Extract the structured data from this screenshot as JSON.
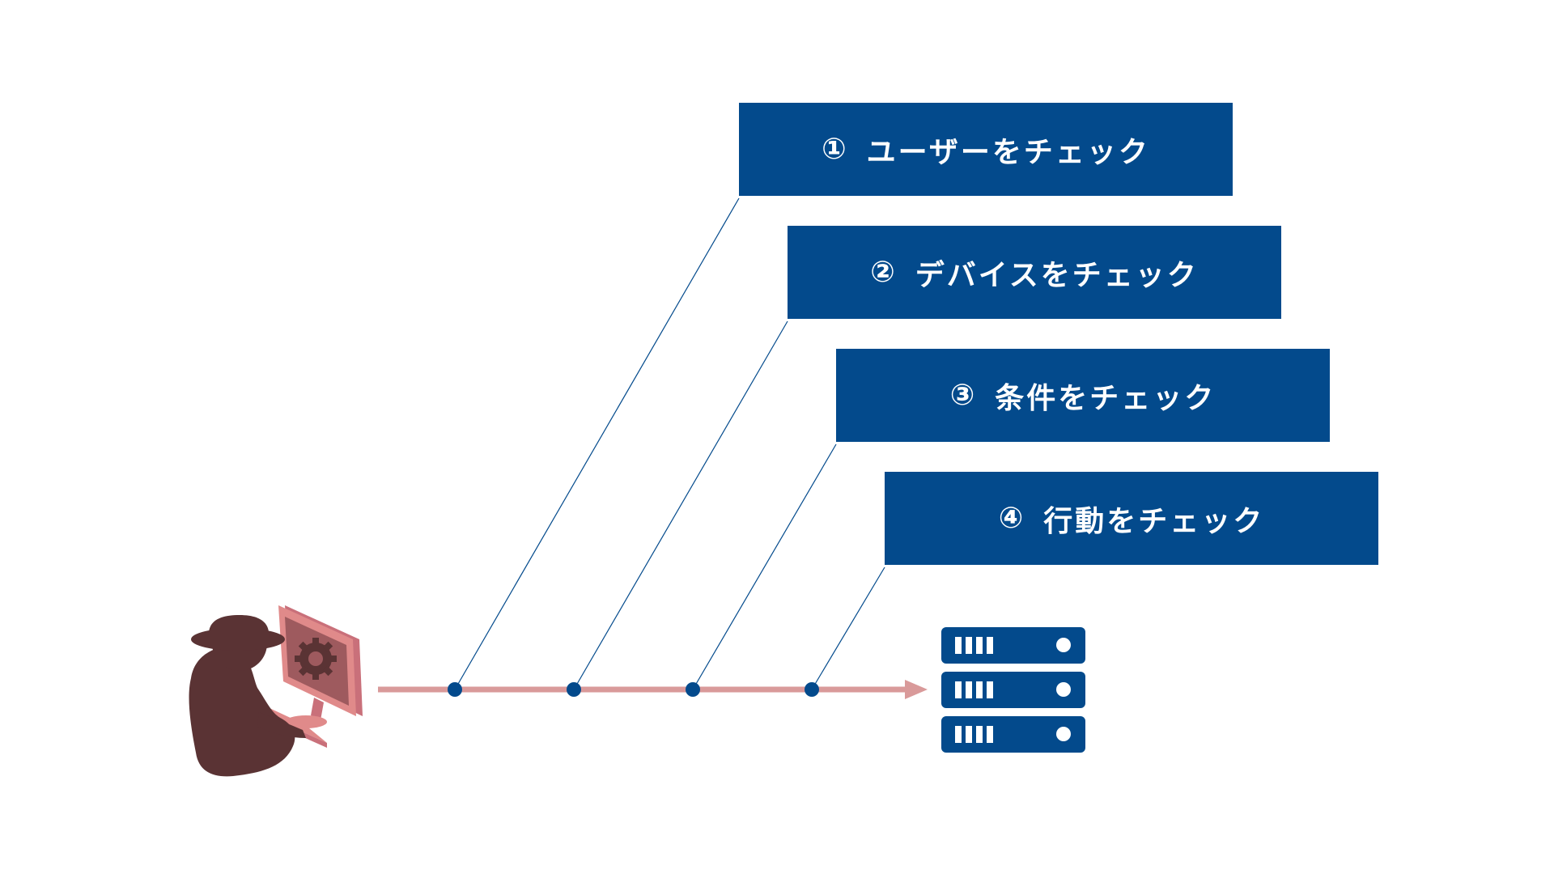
{
  "steps": [
    {
      "number": "①",
      "label": "ユーザーをチェック"
    },
    {
      "number": "②",
      "label": "デバイスをチェック"
    },
    {
      "number": "③",
      "label": "条件をチェック"
    },
    {
      "number": "④",
      "label": "行動をチェック"
    }
  ],
  "icons": {
    "attacker": "hacker-at-computer-icon",
    "destination": "server-stack-icon"
  },
  "colors": {
    "box_fill": "#034a8c",
    "box_text": "#ffffff",
    "flow_arrow": "#d99a9a",
    "checkpoint": "#034a8c",
    "connector": "#034a8c",
    "attacker_body": "#5a3334",
    "monitor": "#e08a8a"
  }
}
